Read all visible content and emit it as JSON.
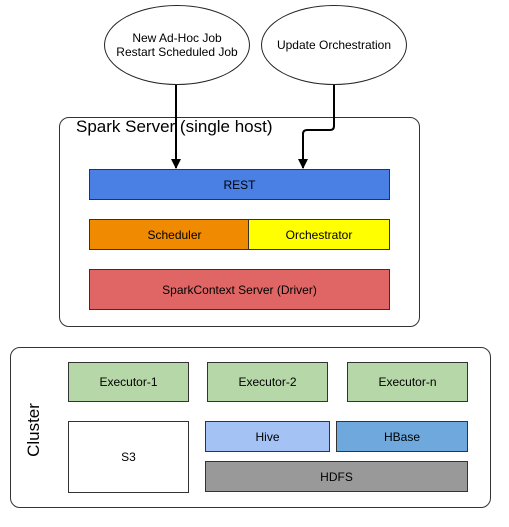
{
  "triggers": {
    "adhoc": {
      "line1": "New Ad-Hoc Job",
      "line2": "Restart Scheduled Job"
    },
    "orchestration": {
      "label": "Update Orchestration"
    }
  },
  "spark_server": {
    "title": "Spark Server (single host)",
    "rest": "REST",
    "scheduler": "Scheduler",
    "orchestrator": "Orchestrator",
    "driver": "SparkContext Server (Driver)"
  },
  "cluster": {
    "title": "Cluster",
    "executors": [
      "Executor-1",
      "Executor-2",
      "Executor-n"
    ],
    "s3": "S3",
    "hive": "Hive",
    "hbase": "HBase",
    "hdfs": "HDFS"
  },
  "colors": {
    "rest": "#4a80e3",
    "scheduler": "#f08a00",
    "orchestrator": "#ffff00",
    "driver": "#e06666",
    "executor": "#b6d7a8",
    "hive": "#a4c2f4",
    "hbase": "#6fa8dc",
    "hdfs": "#999999",
    "s3": "#ffffff"
  }
}
